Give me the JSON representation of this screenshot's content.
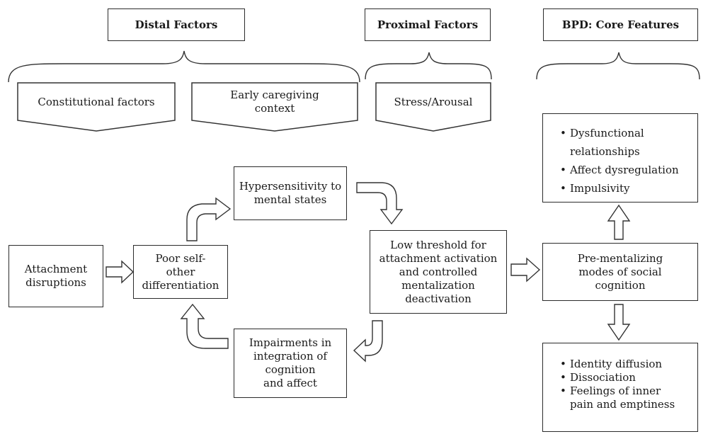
{
  "headers": {
    "distal": "Distal Factors",
    "proximal": "Proximal Factors",
    "bpd": "BPD: Core Features"
  },
  "tabs": {
    "constitutional": "Constitutional factors",
    "caregiving": "Early caregiving\ncontext",
    "stress": "Stress/Arousal"
  },
  "nodes": {
    "attachment": "Attachment\ndisruptions",
    "poor_self": "Poor self-\nother\ndifferentiation",
    "hypersensitivity": "Hypersensitivity to\nmental states",
    "low_threshold": "Low threshold for\nattachment activation\nand controlled\nmentalization\ndeactivation",
    "impairments": "Impairments in\nintegration of\ncognition\nand affect",
    "pre_mentalizing": "Pre-mentalizing\nmodes of social\ncognition"
  },
  "core_features_top": [
    "Dysfunctional\nrelationships",
    "Affect dysregulation",
    "Impulsivity"
  ],
  "core_features_bottom": [
    "Identity diffusion",
    "Dissociation",
    "Feelings of inner\npain and emptiness"
  ]
}
